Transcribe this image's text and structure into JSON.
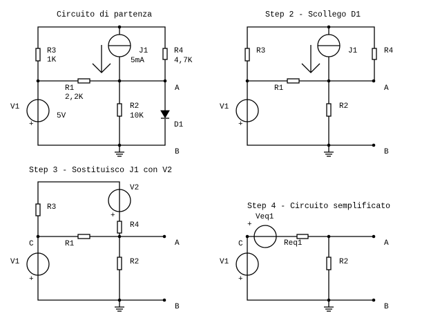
{
  "diagrams": [
    {
      "title": "Circuito di partenza",
      "labels": {
        "R3": "R3",
        "R3_value": "1K",
        "J1": "J1",
        "J1_value": "5mA",
        "R4": "R4",
        "R4_value": "4,7K",
        "R1": "R1",
        "R1_value": "2,2K",
        "R2": "R2",
        "R2_value": "10K",
        "V1": "V1",
        "V1_value": "5V",
        "V1_plus": "+",
        "D1": "D1",
        "A": "A",
        "B": "B"
      }
    },
    {
      "title": "Step 2 - Scollego D1",
      "labels": {
        "R3": "R3",
        "J1": "J1",
        "R4": "R4",
        "R1": "R1",
        "R2": "R2",
        "V1": "V1",
        "V1_plus": "+",
        "A": "A",
        "B": "B"
      }
    },
    {
      "title": "Step 3 - Sostituisco J1 con V2",
      "labels": {
        "R3": "R3",
        "V2": "V2",
        "V2_plus": "+",
        "R4": "R4",
        "R1": "R1",
        "R2": "R2",
        "C": "C",
        "V1": "V1",
        "V1_plus": "+",
        "A": "A",
        "B": "B"
      }
    },
    {
      "title": "Step 4 - Circuito semplificato",
      "labels": {
        "Veq1": "Veq1",
        "Veq1_plus": "+",
        "Req1": "Req1",
        "C": "C",
        "V1": "V1",
        "V1_plus": "+",
        "R2": "R2",
        "A": "A",
        "B": "B"
      }
    }
  ]
}
